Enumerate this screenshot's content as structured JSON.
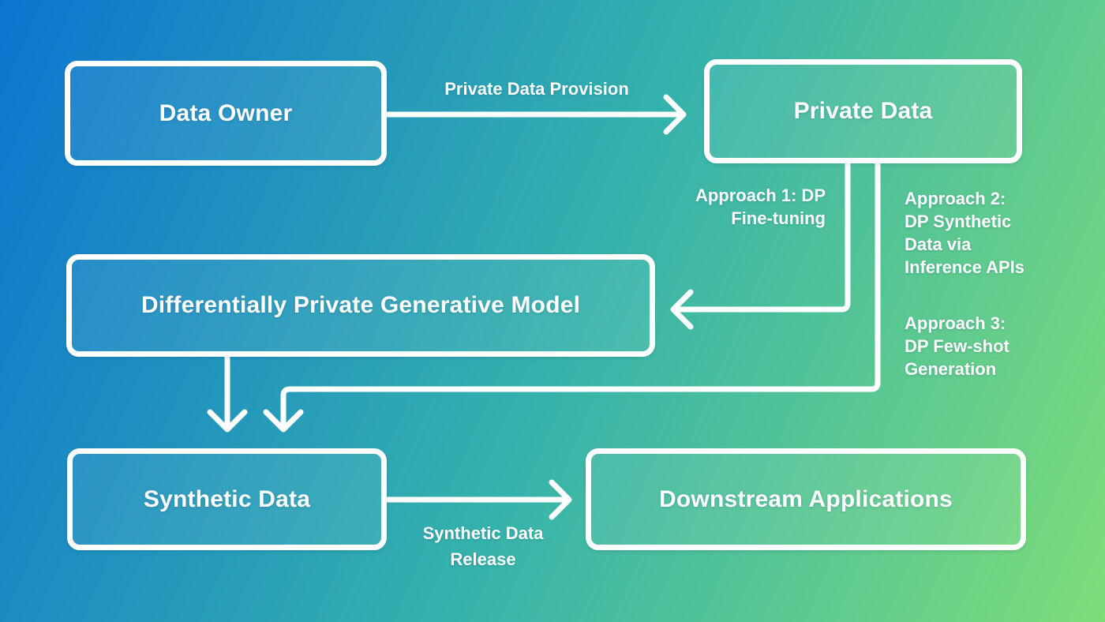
{
  "diagram": {
    "nodes": {
      "data_owner": {
        "label": "Data Owner"
      },
      "private_data": {
        "label": "Private Data"
      },
      "dp_model": {
        "label": "Differentially Private Generative Model"
      },
      "synthetic_data": {
        "label": "Synthetic Data"
      },
      "downstream_apps": {
        "label": "Downstream Applications"
      }
    },
    "edges": {
      "private_data_provision": {
        "label": "Private Data Provision"
      },
      "approach_1": {
        "label": "Approach 1: DP\nFine-tuning"
      },
      "approach_2": {
        "label": "Approach 2:\nDP Synthetic\nData via\nInference APIs"
      },
      "approach_3": {
        "label": "Approach 3:\nDP Few-shot\nGeneration"
      },
      "synthetic_data_release": {
        "label": "Synthetic Data\nRelease"
      }
    },
    "colors": {
      "gradient_start": "#0c75d0",
      "gradient_mid": "#35b2ac",
      "gradient_end": "#7edd78",
      "line": "#ffffff",
      "text": "#ffffff"
    }
  }
}
